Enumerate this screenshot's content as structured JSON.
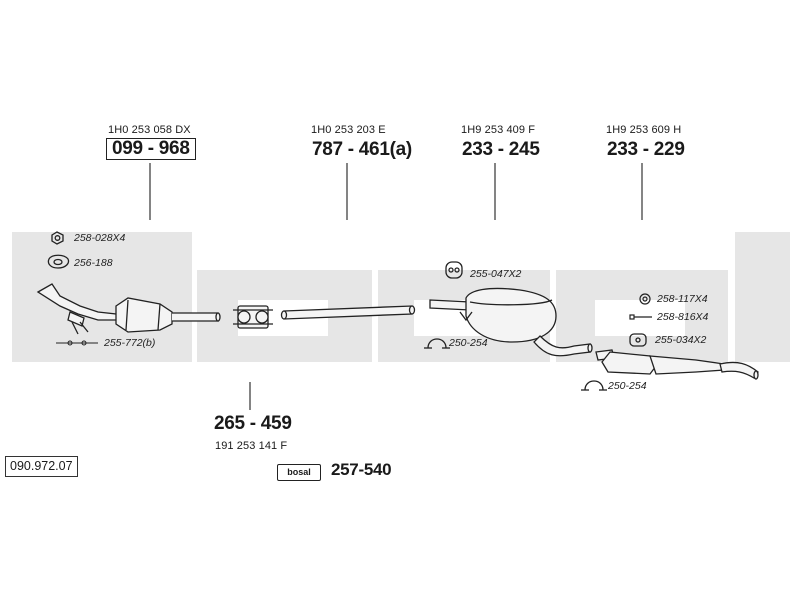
{
  "diagram": {
    "catalog_number": "090.972.07",
    "watermark": "bosal",
    "columns": [
      {
        "oem": "1H0 253 058 DX",
        "part": "099 - 968"
      },
      {
        "oem": "1H0 253 203 E",
        "part": "787 - 461(a)"
      },
      {
        "oem": "1H9 253 409 F",
        "part": "233 - 245"
      },
      {
        "oem": "1H9 253 609 H",
        "part": "233 - 229"
      }
    ],
    "lower_part": {
      "part": "265 - 459",
      "oem": "191 253 141 F"
    },
    "assembly_kit": {
      "logo": "bosal",
      "part": "257-540"
    },
    "labels": {
      "l1": "258-028X4",
      "l2": "256-188",
      "l3": "255-772(b)",
      "l4": "255-047X2",
      "l5": "250-254",
      "l6": "258-117X4",
      "l7": "258-816X4",
      "l8": "255-034X2",
      "l9": "250-254"
    }
  }
}
